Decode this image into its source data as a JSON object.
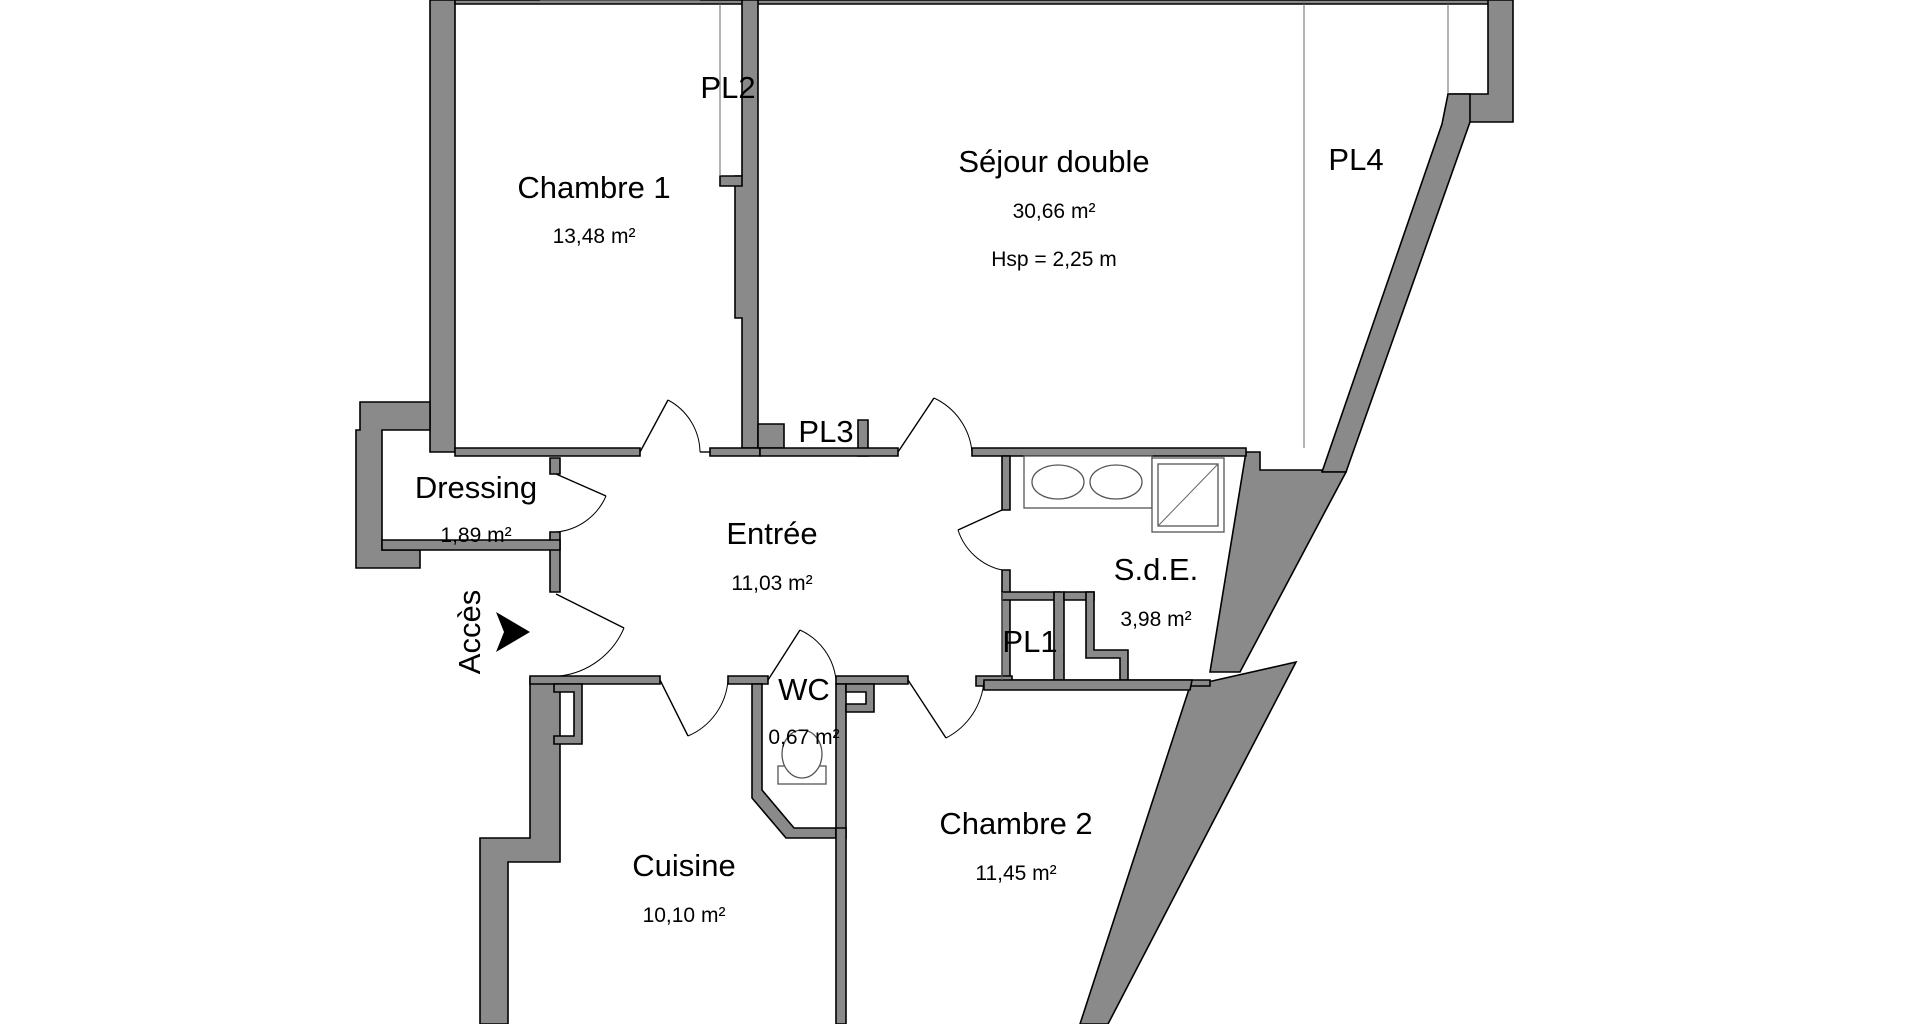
{
  "rooms": {
    "chambre1": {
      "name": "Chambre 1",
      "area": "13,48 m²"
    },
    "sejour": {
      "name": "Séjour double",
      "area": "30,66 m²",
      "height": "Hsp = 2,25 m"
    },
    "dressing": {
      "name": "Dressing",
      "area": "1,89 m²"
    },
    "entree": {
      "name": "Entrée",
      "area": "11,03 m²"
    },
    "sde": {
      "name": "S.d.E.",
      "area": "3,98 m²"
    },
    "wc": {
      "name": "WC",
      "area": "0,67 m²"
    },
    "cuisine": {
      "name": "Cuisine",
      "area": "10,10 m²"
    },
    "chambre2": {
      "name": "Chambre 2",
      "area": "11,45 m²"
    }
  },
  "closets": {
    "pl1": "PL1",
    "pl2": "PL2",
    "pl3": "PL3",
    "pl4": "PL4"
  },
  "access": {
    "label": "Accès",
    "icon": "entry-arrow-icon"
  },
  "colors": {
    "wall_fill": "#8a8a8a",
    "line": "#000000",
    "background": "#ffffff"
  }
}
